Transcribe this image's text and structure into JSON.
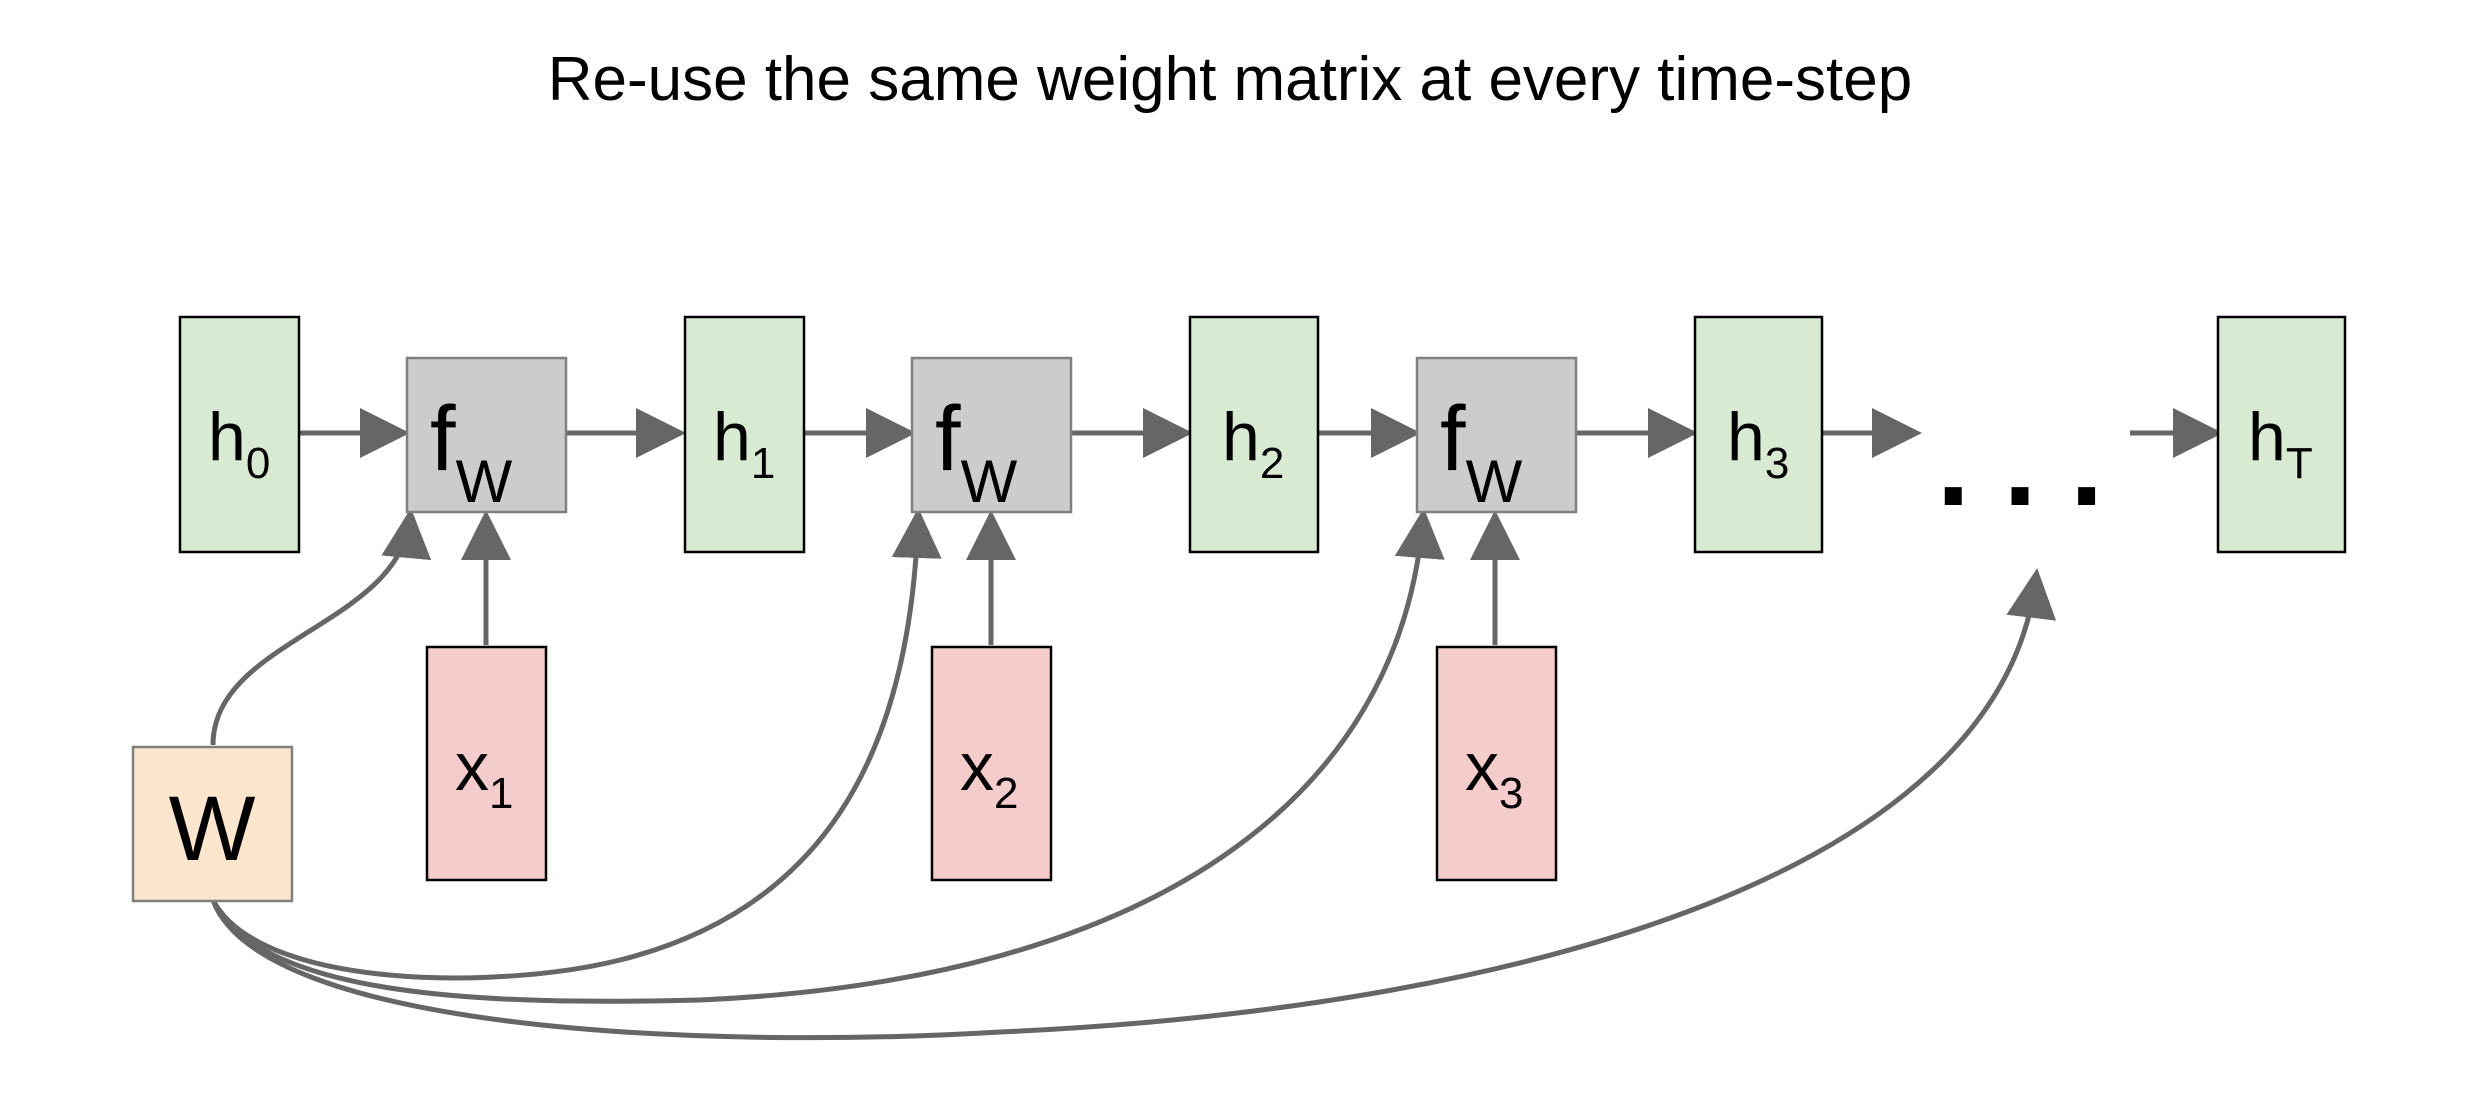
{
  "title": "Re-use the same weight matrix at every time-step",
  "colors": {
    "hidden_fill": "#d9ead3",
    "func_fill": "#cccccc",
    "input_fill": "#f4cccc",
    "weight_fill": "#fce5cd",
    "arrow": "#666666"
  },
  "hidden_states": [
    {
      "main": "h",
      "sub": "0"
    },
    {
      "main": "h",
      "sub": "1"
    },
    {
      "main": "h",
      "sub": "2"
    },
    {
      "main": "h",
      "sub": "3"
    },
    {
      "main": "h",
      "sub": "T"
    }
  ],
  "functions": [
    {
      "main": "f",
      "sub": "W"
    },
    {
      "main": "f",
      "sub": "W"
    },
    {
      "main": "f",
      "sub": "W"
    }
  ],
  "inputs": [
    {
      "main": "x",
      "sub": "1"
    },
    {
      "main": "x",
      "sub": "2"
    },
    {
      "main": "x",
      "sub": "3"
    }
  ],
  "weight": {
    "label": "W"
  },
  "ellipsis": ". . ."
}
